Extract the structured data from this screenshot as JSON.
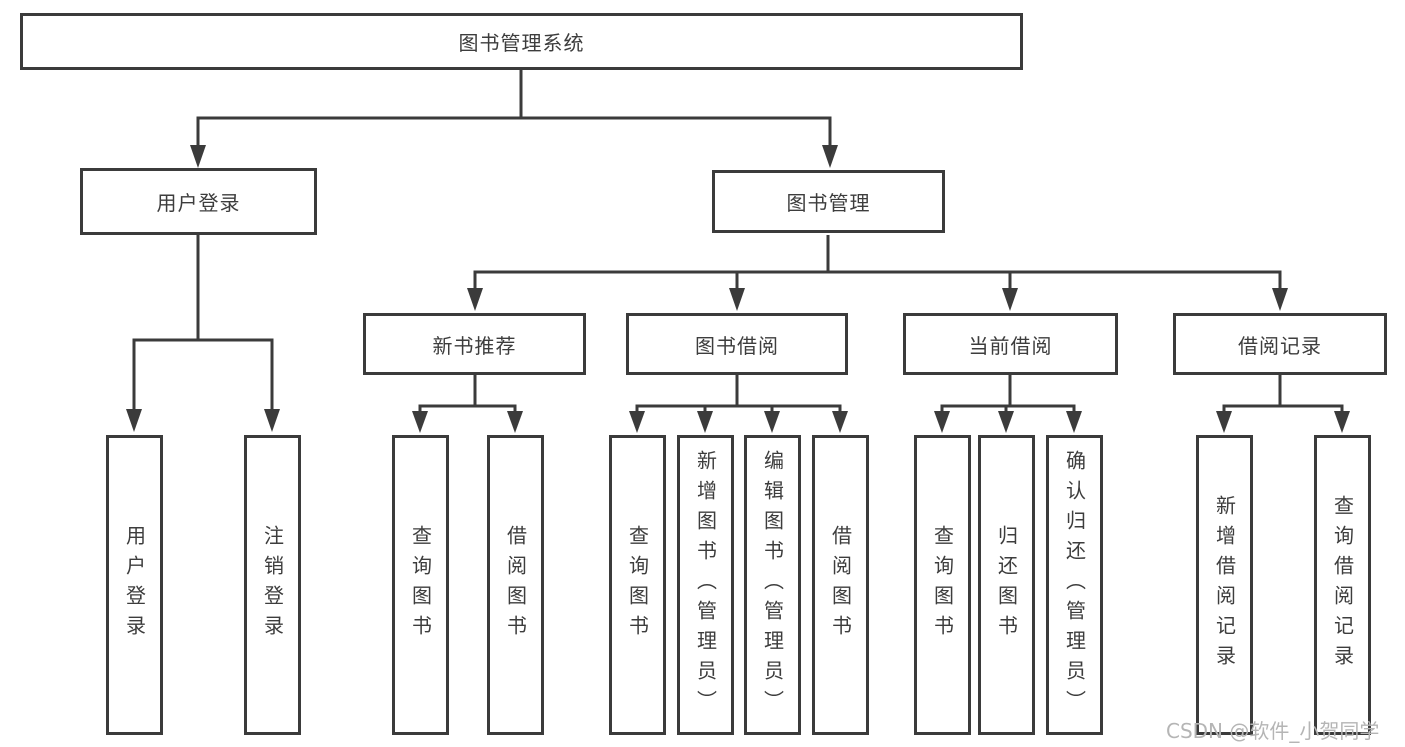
{
  "diagram": {
    "root": {
      "label": "图书管理系统"
    },
    "user_login": {
      "label": "用户登录",
      "children": {
        "login": {
          "label": "用户登录"
        },
        "logout": {
          "label": "注销登录"
        }
      }
    },
    "book_management": {
      "label": "图书管理",
      "children": {
        "new_book_recommend": {
          "label": "新书推荐",
          "children": {
            "query_books": {
              "label": "查询图书"
            },
            "borrow_books": {
              "label": "借阅图书"
            }
          }
        },
        "book_borrowing": {
          "label": "图书借阅",
          "children": {
            "query_books": {
              "label": "查询图书"
            },
            "add_books_admin": {
              "label": "新增图书（管理员）"
            },
            "edit_books_admin": {
              "label": "编辑图书（管理员）"
            },
            "borrow_books": {
              "label": "借阅图书"
            }
          }
        },
        "current_borrowing": {
          "label": "当前借阅",
          "children": {
            "query_books": {
              "label": "查询图书"
            },
            "return_books": {
              "label": "归还图书"
            },
            "confirm_return_admin": {
              "label": "确认归还（管理员）"
            }
          }
        },
        "borrowing_records": {
          "label": "借阅记录",
          "children": {
            "add_borrow_record": {
              "label": "新增借阅记录"
            },
            "query_borrow_record": {
              "label": "查询借阅记录"
            }
          }
        }
      }
    }
  },
  "watermark": {
    "text": "CSDN @软件_小贺同学",
    "color": "#b5b5b5"
  },
  "colors": {
    "line": "#3b3b3b",
    "box_border": "#3b3b3b",
    "text": "#3d3d3d",
    "background": "#ffffff"
  }
}
